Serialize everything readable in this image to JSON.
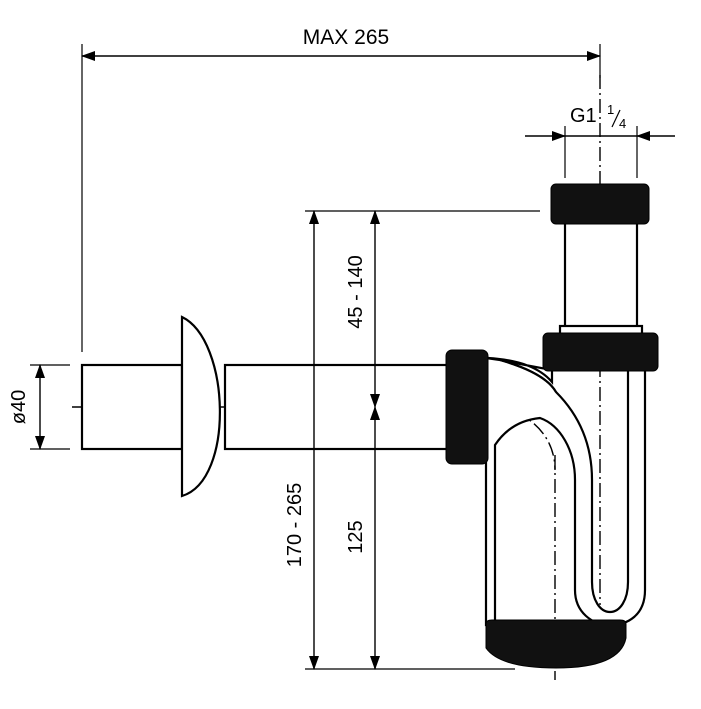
{
  "dimensions": {
    "max_length": "MAX 265",
    "thread_main": "G1",
    "thread_fraction_num": "1",
    "thread_fraction_den": "4",
    "pipe_diameter": "ø40",
    "upper_height": "45 - 140",
    "total_height": "170 - 265",
    "lower_height": "125"
  },
  "colors": {
    "line": "#000000",
    "nut_fill": "#111111",
    "background": "#ffffff"
  }
}
